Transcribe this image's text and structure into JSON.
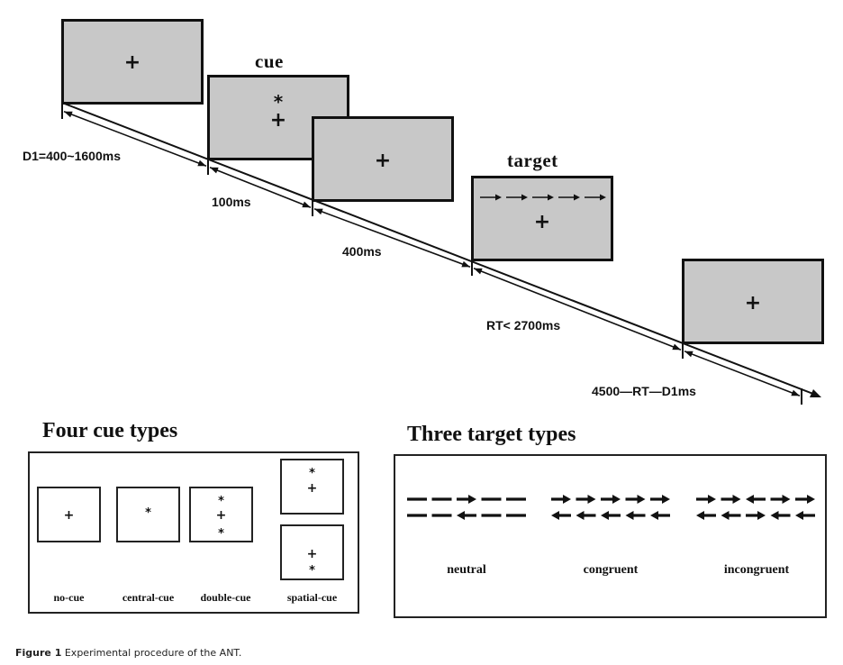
{
  "timeline": {
    "screens": [
      {
        "id": "fixation-1",
        "label": "",
        "marks": [
          "plus"
        ]
      },
      {
        "id": "cue",
        "label": "cue",
        "marks": [
          "star",
          "plus"
        ]
      },
      {
        "id": "fixation-2",
        "label": "",
        "marks": [
          "plus"
        ]
      },
      {
        "id": "target",
        "label": "target",
        "marks": [
          "arrow-row-right",
          "plus"
        ]
      },
      {
        "id": "fixation-3",
        "label": "",
        "marks": [
          "plus"
        ]
      }
    ],
    "durations": [
      "D1=400~1600ms",
      "100ms",
      "400ms",
      "RT< 2700ms",
      "4500—RT—D1ms"
    ],
    "glyphs": {
      "plus": "+",
      "star": "*"
    }
  },
  "cue_types": {
    "title": "Four cue types",
    "items": [
      {
        "label": "no-cue",
        "marks": [
          "plus"
        ]
      },
      {
        "label": "central-cue",
        "marks": [
          "star"
        ]
      },
      {
        "label": "double-cue",
        "marks": [
          "star",
          "plus",
          "star"
        ]
      },
      {
        "label": "spatial-cue",
        "top_box_marks": [
          "star",
          "plus"
        ],
        "bottom_box_marks": [
          "plus",
          "star"
        ]
      }
    ]
  },
  "target_types": {
    "title": "Three target types",
    "items": [
      {
        "label": "neutral",
        "rows": [
          [
            "dash",
            "dash",
            "right",
            "dash",
            "dash"
          ],
          [
            "dash",
            "dash",
            "left",
            "dash",
            "dash"
          ]
        ]
      },
      {
        "label": "congruent",
        "rows": [
          [
            "right",
            "right",
            "right",
            "right",
            "right"
          ],
          [
            "left",
            "left",
            "left",
            "left",
            "left"
          ]
        ]
      },
      {
        "label": "incongruent",
        "rows": [
          [
            "right",
            "right",
            "left",
            "right",
            "right"
          ],
          [
            "left",
            "left",
            "right",
            "left",
            "left"
          ]
        ]
      }
    ]
  },
  "caption": {
    "prefix": "Figure 1",
    "text": "Experimental procedure of the ANT."
  },
  "colors": {
    "screen_fill": "#c8c8c8",
    "ink": "#111111"
  }
}
